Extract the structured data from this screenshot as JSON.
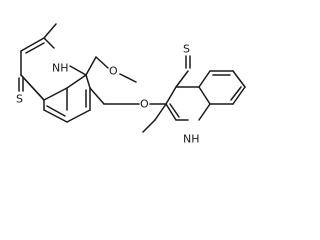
{
  "molecule": {
    "atoms": {
      "s_left": "S",
      "nh_left": "NH",
      "o_methoxy": "O",
      "o_ether": "O",
      "s_right": "S",
      "nh_right": "NH"
    }
  }
}
